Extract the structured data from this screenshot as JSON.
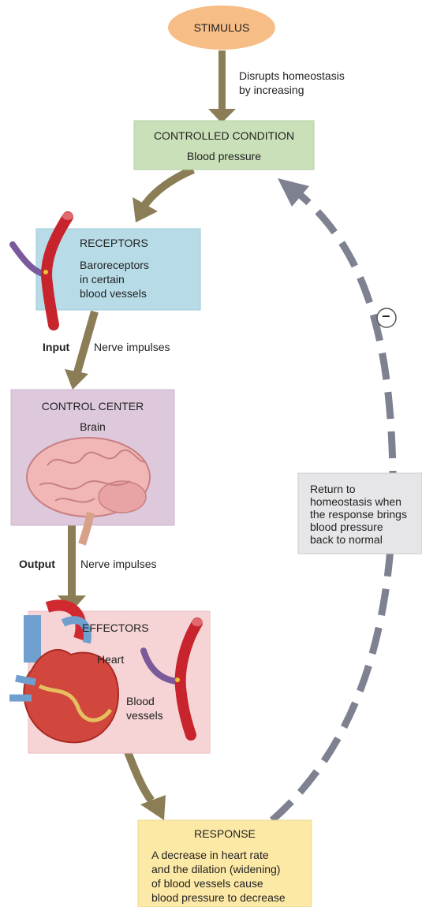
{
  "stimulus": {
    "label": "STIMULUS",
    "note_line1": "Disrupts homeostasis",
    "note_line2": "by increasing"
  },
  "controlled_condition": {
    "title": "CONTROLLED CONDITION",
    "value": "Blood pressure"
  },
  "receptors": {
    "title": "RECEPTORS",
    "line1": "Baroreceptors",
    "line2": "in certain",
    "line3": "blood vessels"
  },
  "input": {
    "label": "Input",
    "text": "Nerve impulses"
  },
  "control_center": {
    "title": "CONTROL CENTER",
    "value": "Brain"
  },
  "output": {
    "label": "Output",
    "text": "Nerve impulses"
  },
  "effectors": {
    "title": "EFFECTORS",
    "heart": "Heart",
    "vessels_line1": "Blood",
    "vessels_line2": "vessels"
  },
  "response": {
    "title": "RESPONSE",
    "line1": "A decrease in heart rate",
    "line2": "and the dilation (widening)",
    "line3": "of blood vessels cause",
    "line4": "blood pressure to decrease"
  },
  "feedback": {
    "sign": "−",
    "line1": "Return to",
    "line2": "homeostasis when",
    "line3": "the response brings",
    "line4": "blood pressure",
    "line5": "back to normal"
  },
  "colors": {
    "arrow": "#8b7d55",
    "dashed": "#7e8190",
    "stimulus": "#f7bd86",
    "controlled": "#c9e0b8",
    "receptors": "#b7dce8",
    "control_center": "#ddc8dc",
    "effectors": "#f6d3d5",
    "response": "#fde9a6",
    "feedback_box": "#e6e6e8"
  }
}
